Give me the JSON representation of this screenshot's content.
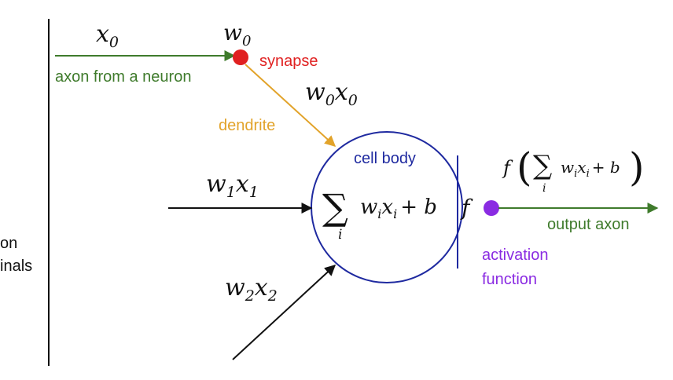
{
  "colors": {
    "axon": "#3f7b2c",
    "synapse": "#e02020",
    "dendrite": "#e2a32a",
    "cell": "#1f2aa0",
    "activation": "#8a2be2",
    "ink": "#111111"
  },
  "left_margin_text": {
    "line1": "on",
    "line2": "inals"
  },
  "inputs": {
    "x0": {
      "base": "x",
      "sub": "0"
    },
    "w0": {
      "base": "w",
      "sub": "0"
    },
    "w0x0": {
      "w": "w",
      "w_sub": "0",
      "x": "x",
      "x_sub": "0"
    },
    "w1x1": {
      "w": "w",
      "w_sub": "1",
      "x": "x",
      "x_sub": "1"
    },
    "w2x2": {
      "w": "w",
      "w_sub": "2",
      "x": "x",
      "x_sub": "2"
    }
  },
  "labels": {
    "axon_from_neuron": "axon from a neuron",
    "synapse": "synapse",
    "dendrite": "dendrite",
    "cell_body": "cell body",
    "output_axon": "output axon",
    "activation_line1": "activation",
    "activation_line2": "function"
  },
  "cell_formula": {
    "sigma": "∑",
    "index": "i",
    "w": "w",
    "w_sub": "i",
    "x": "x",
    "x_sub": "i",
    "plus_b": "+ b",
    "f": "f"
  },
  "output_formula": {
    "f": "f",
    "lparen": "(",
    "sigma": "∑",
    "index": "i",
    "w": "w",
    "w_sub": "i",
    "x": "x",
    "x_sub": "i",
    "plus_b": "+ b",
    "rparen": ")"
  }
}
